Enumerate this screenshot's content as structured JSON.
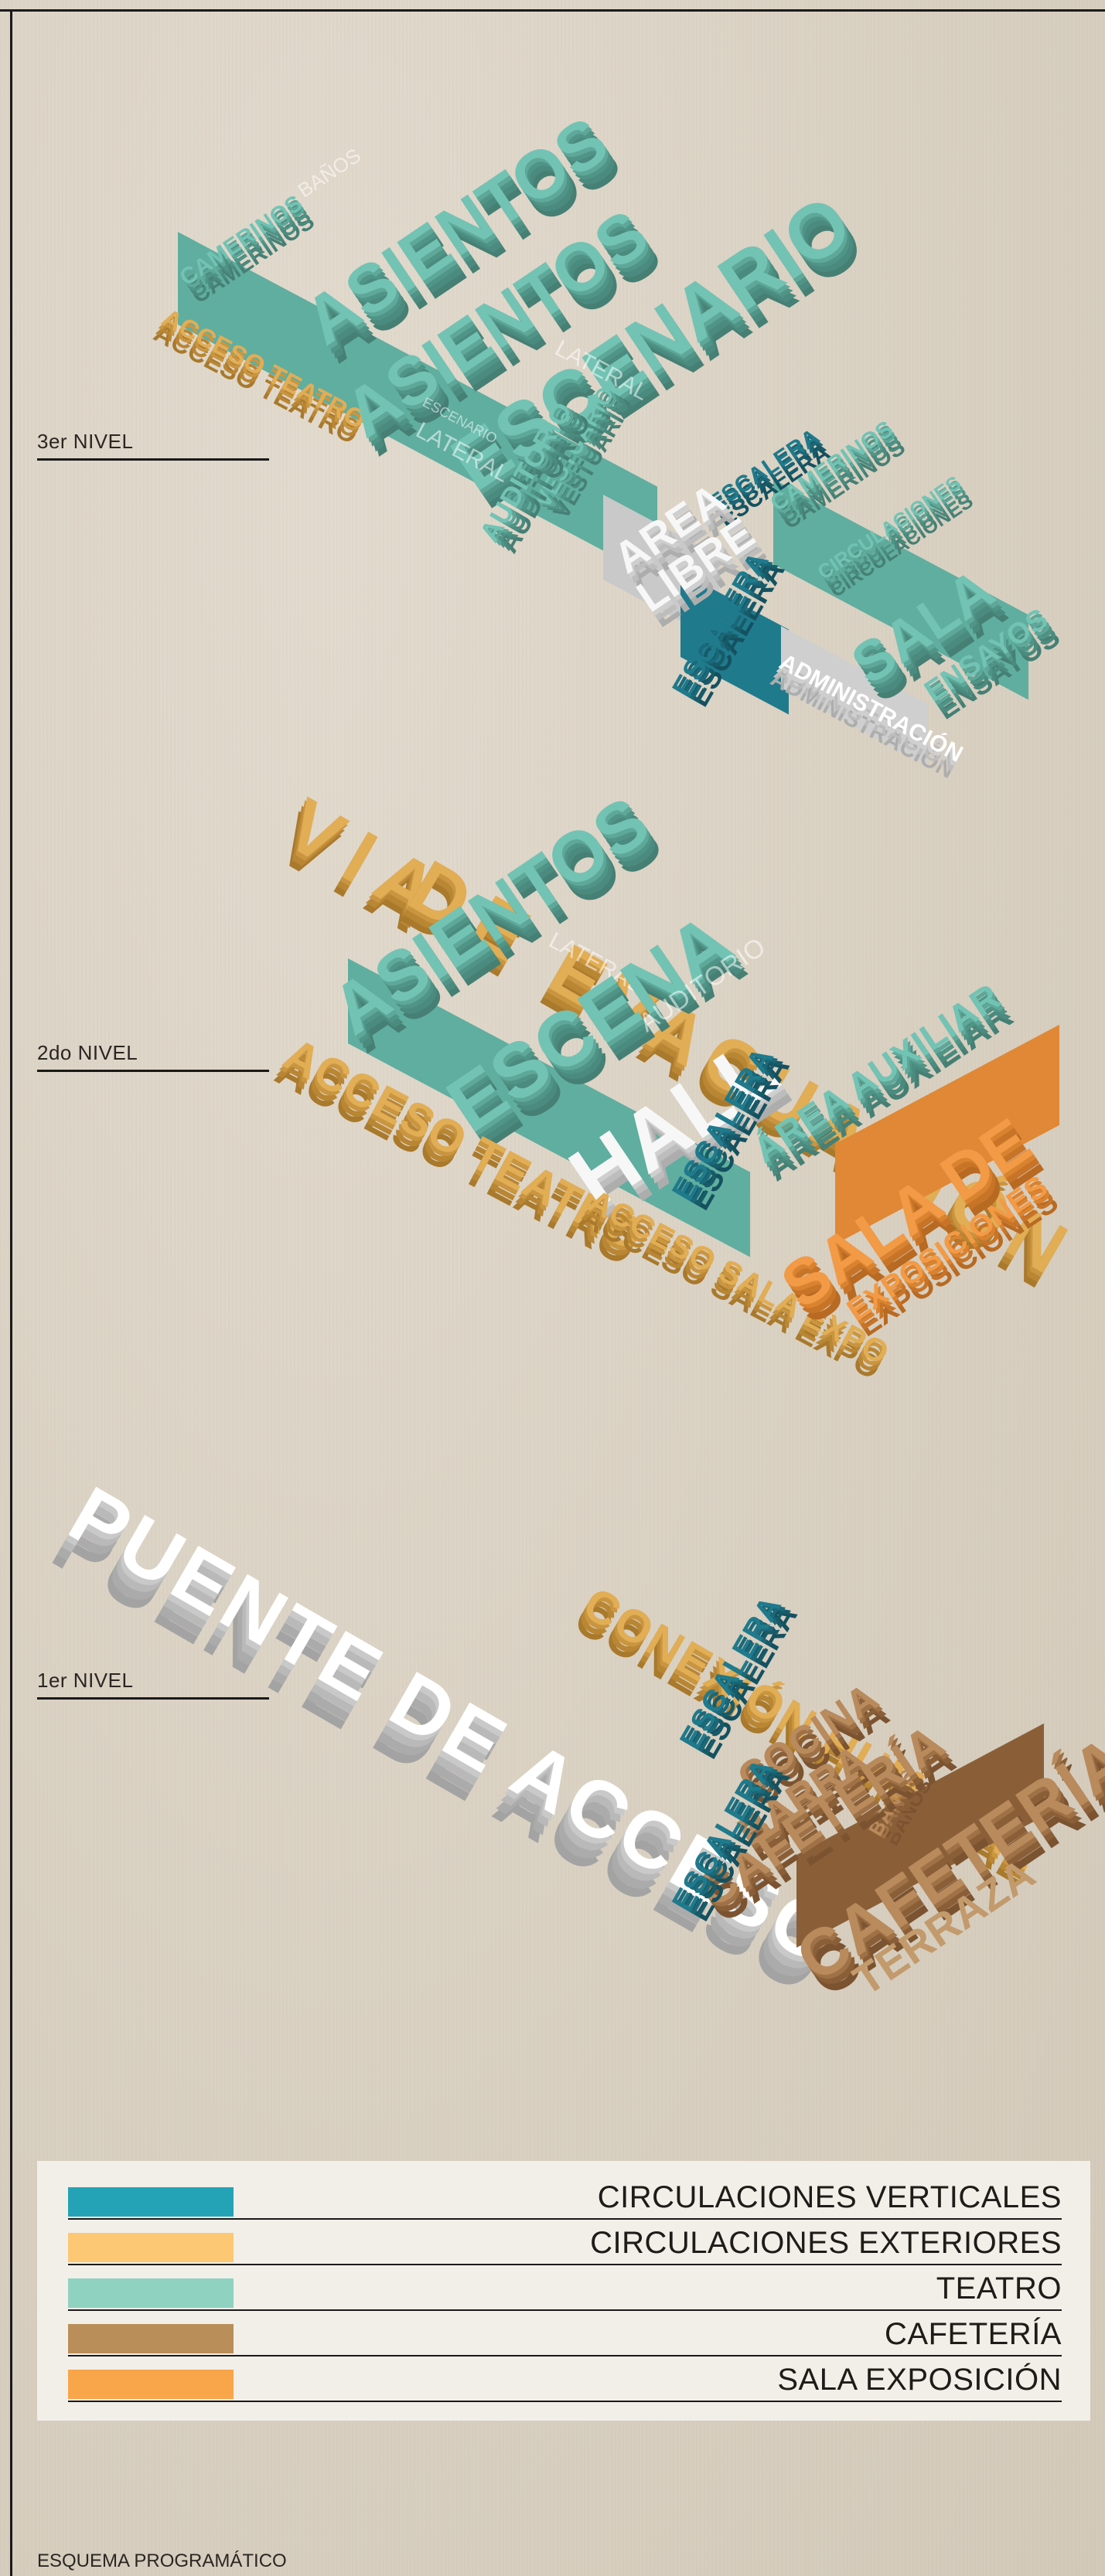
{
  "levels": {
    "third": "3er NIVEL",
    "second": "2do NIVEL",
    "first": "1er NIVEL"
  },
  "level3": {
    "acceso_teatro": "ACCESO TEATRO",
    "banos": "BAÑOS",
    "camerinos": "CAMERINOS",
    "asientos1": "ASIENTOS",
    "asientos2": "ASIENTOS",
    "escenario": "ESCENARIO",
    "lateral1": "LATERAL",
    "lateral2": "LATERAL",
    "escenario_small": "ESCENARIO",
    "vestuario": "VESTUARIO",
    "auditorio": "AUDITORIO",
    "escalera": "ESCALERA",
    "area": "AREA",
    "libre": "LIBRE",
    "camerinos2": "CAMERINOS",
    "circulaciones": "CIRCULACIONES",
    "sala": "SALA",
    "ensayos": "ENSAYOS",
    "administracion": "ADMINISTRACIÓN",
    "escalera2": "ESCALERA"
  },
  "level2": {
    "via": "VIA",
    "de": "DE",
    "evacuacion": "EVACUACIÓN",
    "asientos": "ASIENTOS",
    "lateral": "LATERAL",
    "escenario": "ESCENA",
    "acceso_teatro": "ACCESO TEATRO",
    "auditorio": "AUDITORIO",
    "hall": "HALL",
    "escalera": "ESCALERA",
    "area_auxiliar": "ÁREA AUXILIAR",
    "acceso_sala": "ACCESO SALA EXPO",
    "sala_de": "SALA DE",
    "exposiciones": "EXPOSICIONES"
  },
  "level1": {
    "puente": "PUENTE DE ACCESO",
    "conexion": "CONEXIÓN HUMEDAL",
    "escalera": "ESCALERA",
    "cocina": "COCINA",
    "barra": "BARRA",
    "banos": "BAÑOS",
    "cafeteria1": "CAFETERÍA",
    "cafeteria2": "CAFETERÍA",
    "terraza": "TERRAZA",
    "escalera2": "ESCALERA"
  },
  "legend": {
    "items": [
      {
        "label": "CIRCULACIONES VERTICALES",
        "color": "#24a3b7"
      },
      {
        "label": "CIRCULACIONES EXTERIORES",
        "color": "#fcc873"
      },
      {
        "label": "TEATRO",
        "color": "#8fd2c0"
      },
      {
        "label": "CAFETERÍA",
        "color": "#b98e58"
      },
      {
        "label": "SALA EXPOSICIÓN",
        "color": "#f9a54a"
      }
    ]
  },
  "footer": "ESQUEMA PROGRAMÁTICO"
}
